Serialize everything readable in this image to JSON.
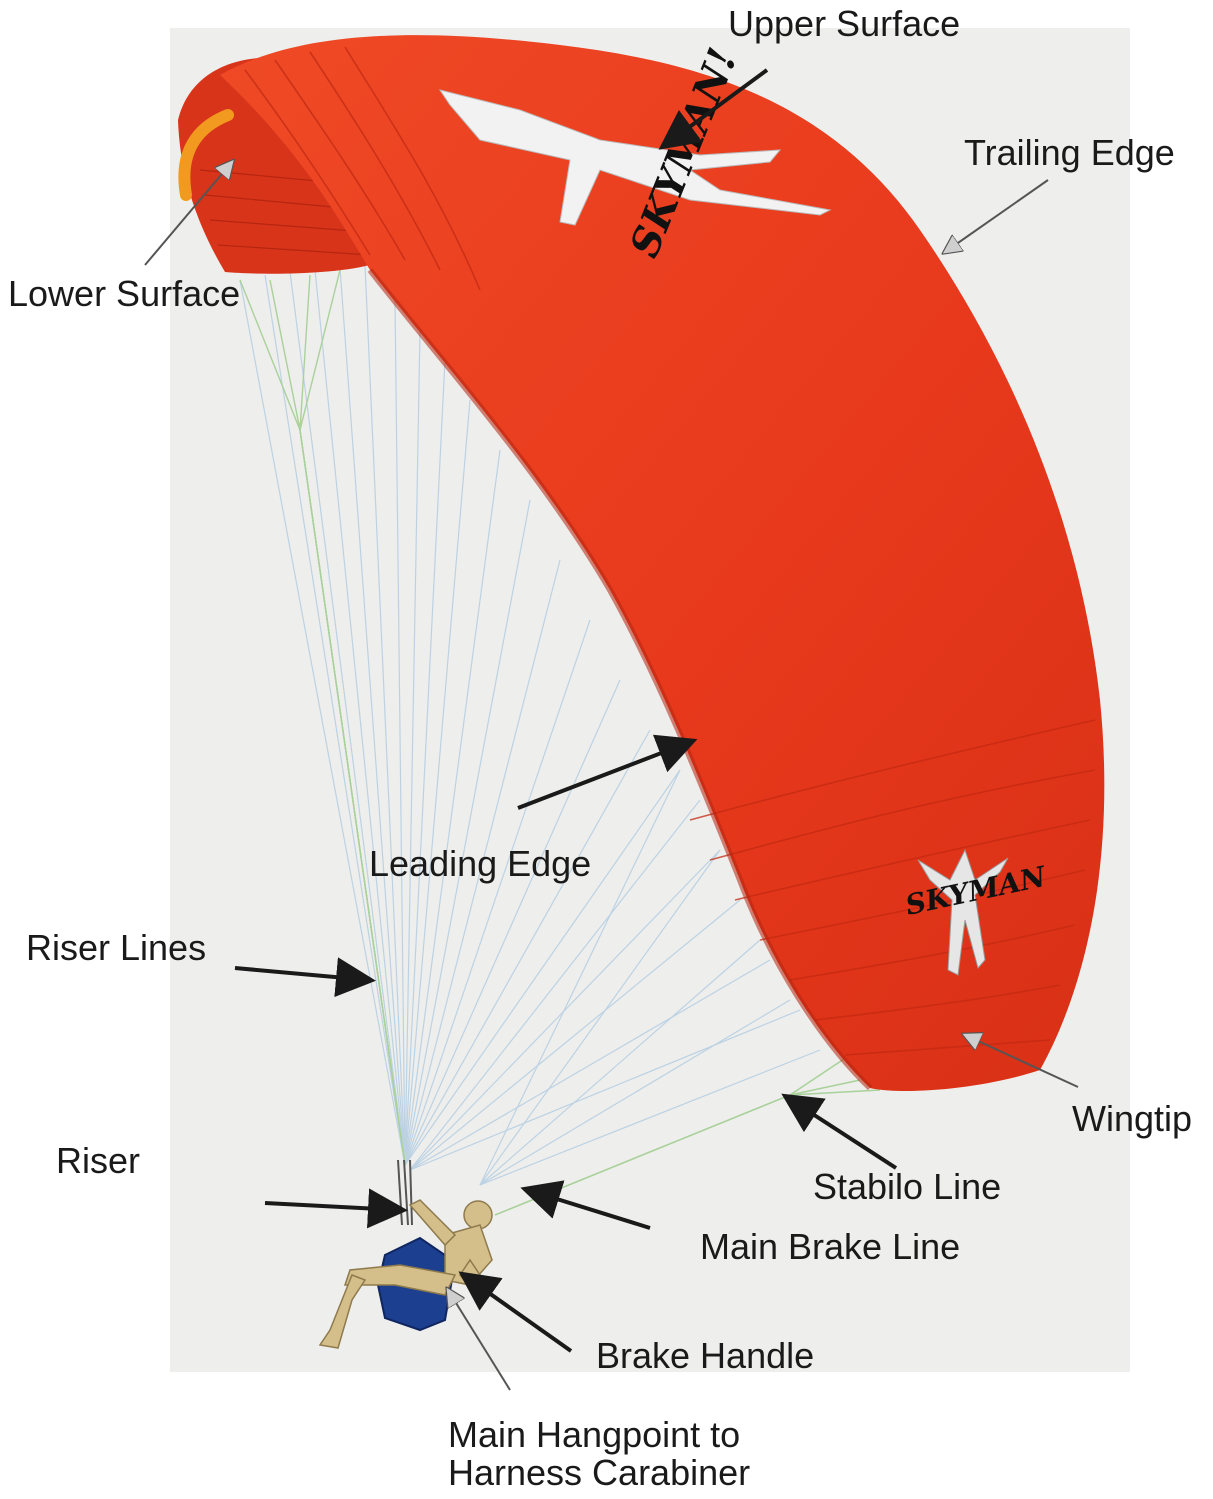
{
  "labels": {
    "upper_surface": "Upper Surface",
    "trailing_edge": "Trailing Edge",
    "lower_surface": "Lower Surface",
    "leading_edge": "Leading Edge",
    "riser_lines": "Riser Lines",
    "riser": "Riser",
    "wingtip": "Wingtip",
    "stabilo_line": "Stabilo Line",
    "main_brake_line": "Main Brake Line",
    "brake_handle": "Brake Handle",
    "main_hangpoint_line1": "Main Hangpoint to",
    "main_hangpoint_line2": "Harness Carabiner"
  },
  "wing_logo": {
    "top_text": "SKYMAN!",
    "tip_text": "SKYMAN"
  },
  "colors": {
    "canopy": "#e8391c",
    "canopy_dark": "#c92a12",
    "background_panel": "#eeeeec",
    "lines": "#b7cfe3",
    "stabilo": "#a9d19a",
    "harness": "#1d3f8f",
    "pilot": "#d4bf8a",
    "arrow_black": "#1a1a1a",
    "arrow_gray": "#cfcfcf"
  }
}
